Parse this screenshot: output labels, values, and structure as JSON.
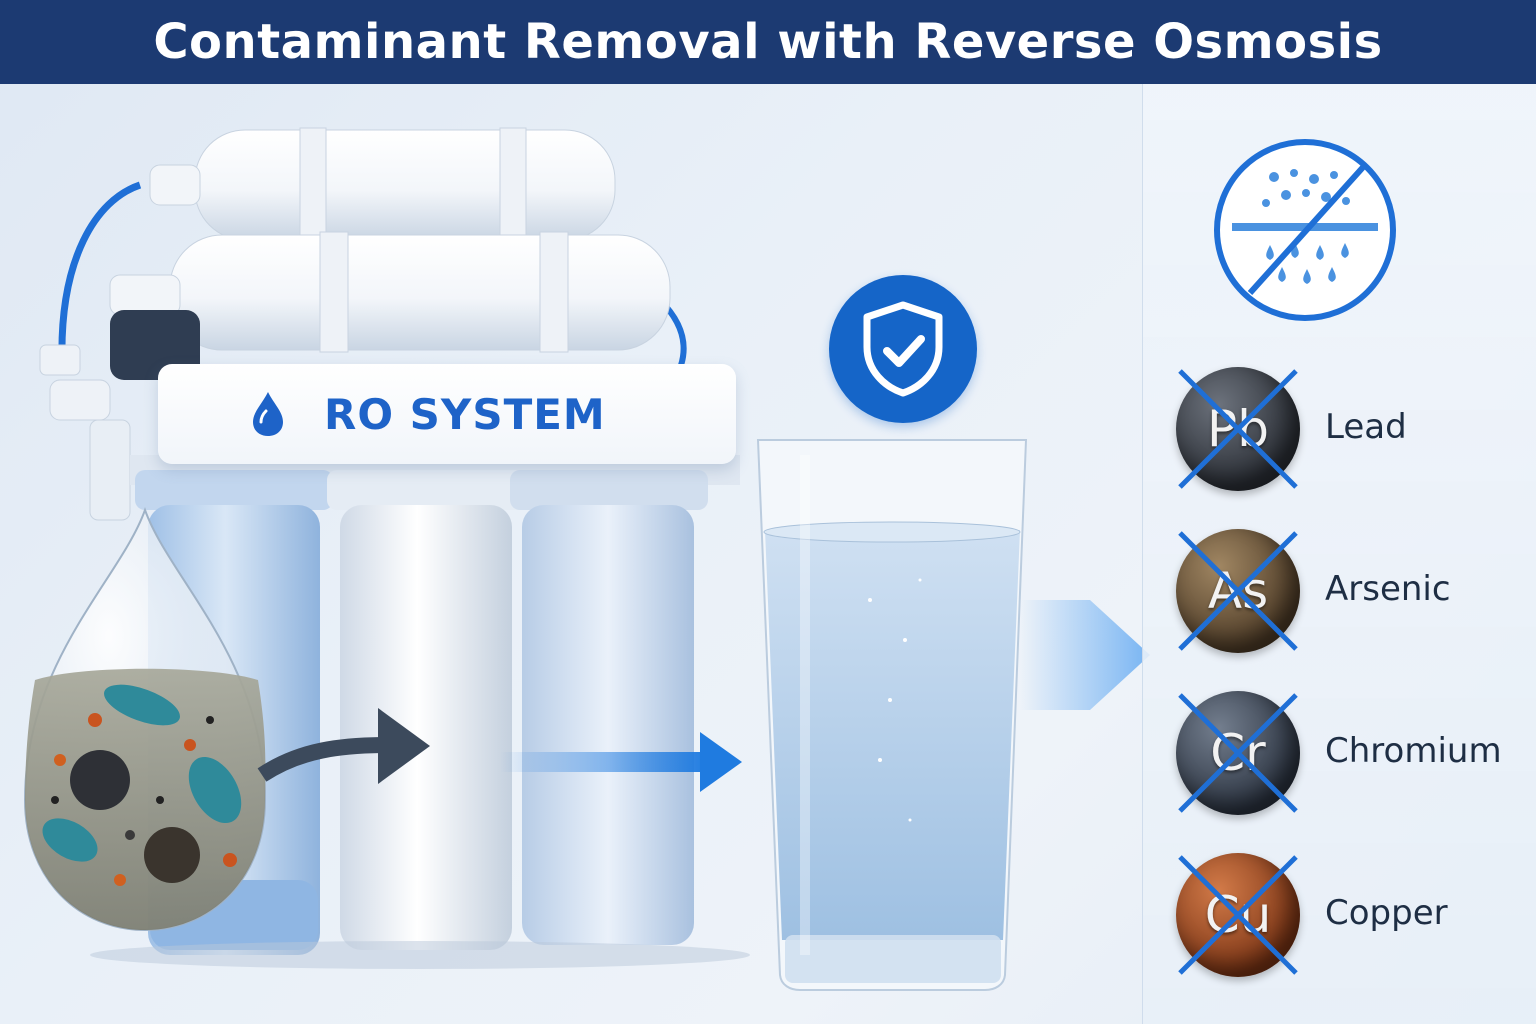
{
  "header": {
    "title": "Contaminant Removal with Reverse Osmosis"
  },
  "ro_unit": {
    "label": "RO SYSTEM"
  },
  "contaminants": [
    {
      "symbol": "Pb",
      "name": "Lead",
      "color": "#3a3f47"
    },
    {
      "symbol": "As",
      "name": "Arsenic",
      "color": "#6a5236"
    },
    {
      "symbol": "Cr",
      "name": "Chromium",
      "color": "#3b4452"
    },
    {
      "symbol": "Cu",
      "name": "Copper",
      "color": "#9b4a24"
    }
  ],
  "icons": {
    "water_drop": "water-drop-icon",
    "shield_check": "shield-check-icon",
    "membrane_filter": "membrane-filter-icon",
    "cross": "cross-out-icon"
  },
  "colors": {
    "title_bar": "#1c3a72",
    "accent_blue": "#1565c8",
    "label_blue": "#1e63c8"
  }
}
